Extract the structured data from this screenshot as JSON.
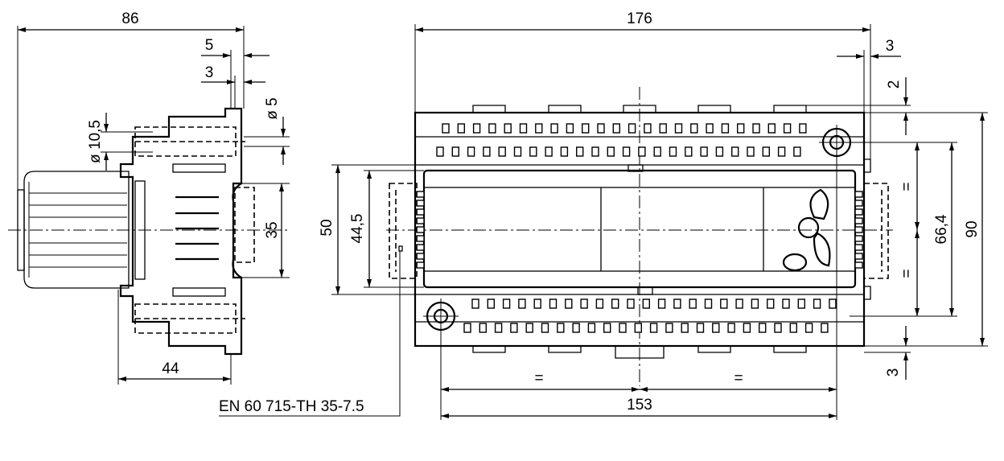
{
  "dimensions": {
    "side_total_depth": "86",
    "side_offset_5": "5",
    "side_offset_3": "3",
    "side_hole_small": "ø 5",
    "side_hole_large": "ø 10,5",
    "side_rail_width": "35",
    "side_front_depth": "44",
    "front_total_width": "176",
    "front_right_offset": "3",
    "front_top_offset": "2",
    "front_rail_height_50": "50",
    "front_rail_height_44_5": "44,5",
    "front_equal_top": "=",
    "front_equal_bottom": "=",
    "front_hole_spacing": "66,4",
    "front_total_height": "90",
    "front_equal_left": "=",
    "front_equal_right": "=",
    "front_hole_distance": "153",
    "front_bottom_offset": "3"
  },
  "standard_label": "EN 60 715-TH 35-7.5"
}
